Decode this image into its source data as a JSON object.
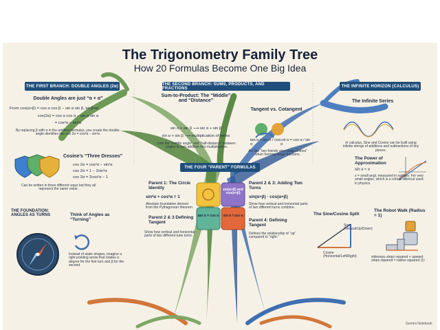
{
  "title": "The Trigonometry Family Tree",
  "subtitle": "How 20 Formulas Become One Big Idea",
  "banners": {
    "first": "THE FIRST BRANCH: DOUBLE ANGLES (2α)",
    "second": "THE SECOND BRANCH: SUMS, PRODUCTS, AND FRACTIONS",
    "infinite": "THE INFINITE HORIZON (CALCULUS)",
    "parents": "THE FOUR “PARENT” FORMULAS"
  },
  "double_angles": {
    "heading": "Double Angles are just “α + α”",
    "line1": "From cos(α+β) = cos α cos β − sin α sin β, let β=α:",
    "line2": "cos(2α) = cos α cos α − sin α sin α",
    "line3": "= cos²α − sin²α",
    "note": "By replacing β with α in the addition formulas, you create the double-angle identities like cos 2α = cos²α − sin²α."
  },
  "three_dresses": {
    "heading": "Cosine’s “Three Dresses”",
    "eq1": "cos 2α = cos²α − sin²α",
    "eq2": "cos 2α = 1 − 2sin²α",
    "eq3": "cos 2α = 2cos²α − 1",
    "note": "Can be written in three different ways but they all represent the same value."
  },
  "foundation": {
    "heading": "THE FOUNDATION: ANGLES AS TURNS",
    "turning_heading": "Think of Angles as “Turning”",
    "note": "Instead of static shapes, imagine a right pointing arrow that rotates α degree for the first turn and β for the second."
  },
  "sum_product": {
    "heading": "Sum-to-Product: The “Middle” and “Distance”",
    "eq1": "sin α + sin β  ⟶  sin α + sin β",
    "eq2": "sin α + sin β  ⟶  multiplication of terms",
    "note": "Use the “middle angle” and “half-distance” between angles to turn addition into multiplication."
  },
  "tan_cot": {
    "heading": "Tangent vs. Cotangent",
    "tan_eq": "tan α = sin α / cos α",
    "cot_eq": "cot α = cos α / sin α",
    "note": "Act like “two friends who swap clothes” when forming larger fractions."
  },
  "parents": {
    "p1_title": "Parent 1: The Circle Identity",
    "p1_eq": "sin²α + cos²α = 1",
    "p1_note": "Absolute foundation derived from the Pythagorean theorem.",
    "p23_title": "Parent 2 & 3: Adding Two Turns",
    "p23_eq": "sin(α+β) · cos(α+β)",
    "p23_note": "Show how vertical and horizontal parts of two different turns combine.",
    "p23b_title": "Parent 2 & 3 Defining Tangent",
    "p23b_note": "Show how vertical and horizontal parts of two different tune turns.",
    "p4_title": "Parent 4: Defining Tangent",
    "p4_note": "Defines the relationship of “up” compared to “right.”",
    "piece_tr": "sin(α+β) and cos(α+β)",
    "piece_bl": "tan α = cos α",
    "piece_br": "sin α / cos α"
  },
  "infinite": {
    "series_heading": "The Infinite Series",
    "series_note": "In calculus, Sine and Cosine can be built using infinite strings of additions and subtractions of tiny pieces.",
    "approx_heading": "The Power of Approximation",
    "approx_eq": "sin x ≈ x",
    "approx_note": "x = small angl, measured in radians. For very small angles, which is a critical shortcut used in physics."
  },
  "split": {
    "heading": "The Sine/Cosine Split",
    "sine": "Sine (Vertical/Up/Down)",
    "cosine": "Cosine (Horizontal/Left/Right)"
  },
  "robot": {
    "heading": "The Robot Walk (Radius = 1)",
    "note": "sideways steps squared + upward steps squared = radius squared (1)"
  },
  "watermark": "Gemini Notebook",
  "colors": {
    "banner": "#1f4e7a",
    "paper": "#f6f1e6",
    "trunk_left": "#5a8a4a",
    "trunk_right": "#3f6fb0",
    "root_orange": "#d0773a"
  }
}
